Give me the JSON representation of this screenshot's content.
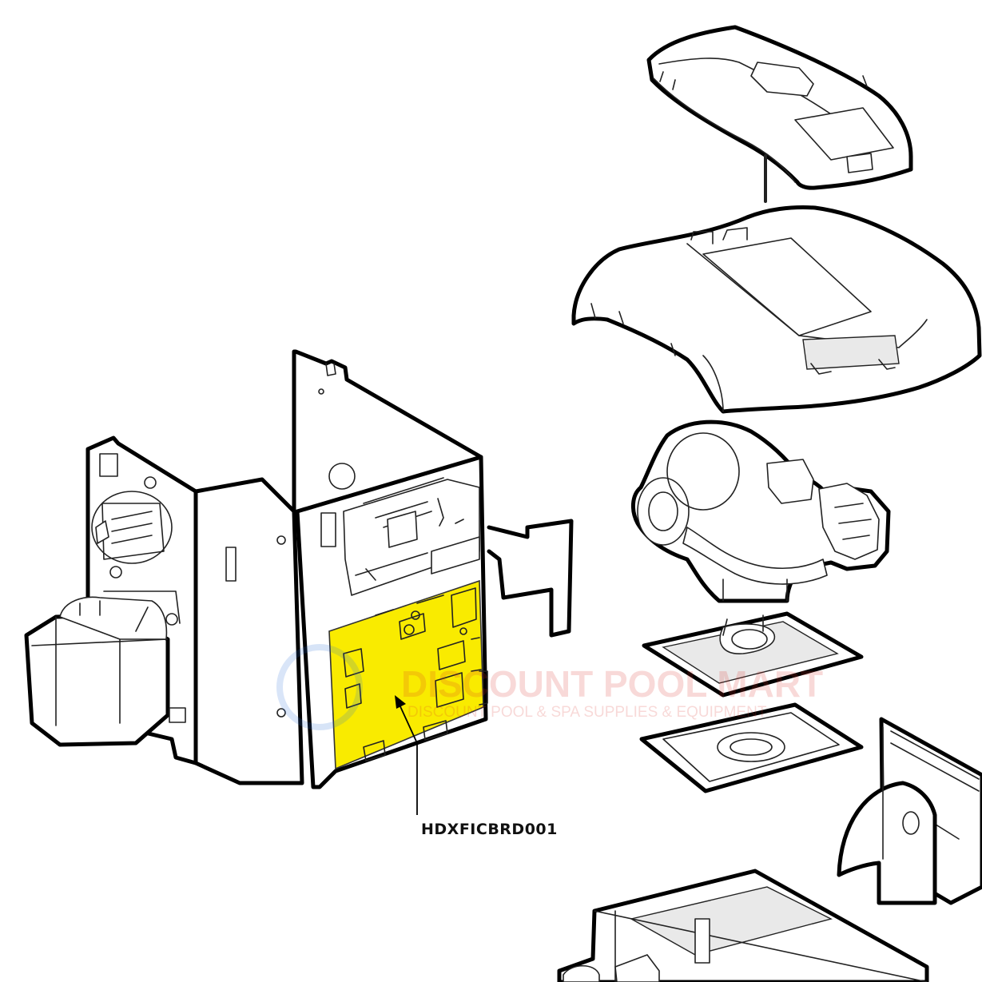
{
  "diagram": {
    "callout_label": "HDXFICBRD001",
    "highlight_color": "#F9EB00",
    "line_color": "#000000"
  },
  "watermark": {
    "brand": "DISCOUNT POOL MART",
    "tagline": "DISCOUNT POOL & SPA SUPPLIES & EQUIPMENT",
    "color": "#D9342B"
  }
}
